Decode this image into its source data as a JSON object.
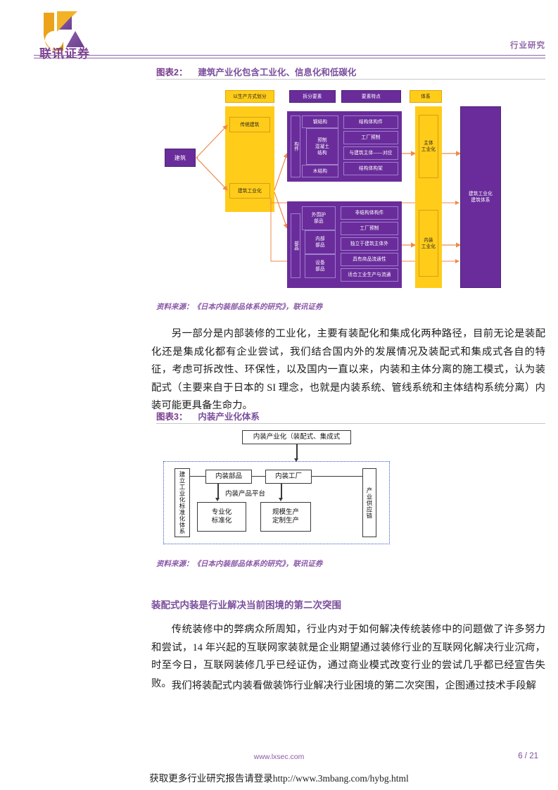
{
  "header": {
    "logo_text": "联讯证券",
    "right_label": "行业研究"
  },
  "figure2": {
    "label": "图表2：",
    "title": "建筑产业化包含工业化、信息化和低碳化",
    "source": "资料来源：《日本内装部品体系的研究》，联讯证券",
    "columns": {
      "col1": "以生产方式划分",
      "col2": "拆分要素",
      "col3": "要素特点",
      "col4": "体系"
    },
    "root": "建筑",
    "branch_traditional": "传统建筑",
    "branch_industrial": "建筑工业化",
    "group1": {
      "side_label": "构件",
      "items": [
        "钢结构",
        "预制\n混凝土\n结构",
        "木结构"
      ],
      "item1": "钢结构",
      "item2_line1": "预制",
      "item2_line2": "混凝土",
      "item2_line3": "结构",
      "item3": "木结构",
      "features": [
        "结构体构件",
        "工厂预制",
        "与建筑主体——对应",
        "结构体构架"
      ],
      "feature1": "结构体构件",
      "feature2": "工厂预制",
      "feature3": "与建筑主体——对应",
      "feature4": "结构体构架",
      "system_line1": "主体",
      "system_line2": "工业化"
    },
    "group2": {
      "side_label": "部品",
      "item1_line1": "外围护",
      "item1_line2": "部品",
      "item2_line1": "内部",
      "item2_line2": "部品",
      "item3_line1": "设备",
      "item3_line2": "部品",
      "features": [
        "非结构体构件",
        "工厂预制",
        "独立于建筑主体外",
        "具有商品流通性",
        "适合工业生产与流通"
      ],
      "feature1": "非结构体构件",
      "feature2": "工厂预制",
      "feature3": "独立于建筑主体外",
      "feature4": "具有商品流通性",
      "feature5": "适合工业生产与流通",
      "system_line1": "内装",
      "system_line2": "工业化"
    },
    "result_line1": "建筑工业化",
    "result_line2": "建筑体系"
  },
  "paragraph1": "另一部分是内部装修的工业化，主要有装配化和集成化两种路径，目前无论是装配化还是集成化都有企业尝试，我们结合国内外的发展情况及装配式和集成式各自的特征，考虑可拆改性、环保性，以及国内一直以来，内装和主体分离的施工模式，认为装配式（主要来自于日本的 SI 理念，也就是内装系统、管线系统和主体结构系统分离）内装可能更具备生命力。",
  "figure3": {
    "label": "图表3：",
    "title": "内装产业化体系",
    "source": "资料来源：《日本内装部品体系的研究》，联讯证券",
    "top_box": "内装产业化（装配式、集成式",
    "left_vertical": "建立工业化标准化体系",
    "node_parts": "内装部品",
    "node_factory": "内装工厂",
    "platform_label": "内装产品平台",
    "node_specialize_line1": "专业化",
    "node_specialize_line2": "标准化",
    "node_scale_line1": "规模生产",
    "node_scale_line2": "定制生产",
    "right_vertical": "产业供应链"
  },
  "section_heading": "装配式内装是行业解决当前困境的第二次突围",
  "paragraph2": "传统装修中的弊病众所周知，行业内对于如何解决传统装修中的问题做了许多努力和尝试，14 年兴起的互联网家装就是企业期望通过装修行业的互联网化解决行业沉疴，时至今日，互联网装修几乎已经证伪，通过商业模式改变行业的尝试几乎都已经宣告失败。",
  "paragraph3": "我们将装配式内装看做装饰行业解决行业困境的第二次突围，企图通过技术手段解",
  "footer": {
    "site": "www.lxsec.com",
    "page": "6 / 21",
    "watermark": "获取更多行业研究报告请登录http://www.3mbang.com/hybg.html"
  },
  "colors": {
    "purple": "#6A2C9B",
    "yellow": "#FFCC1A",
    "accent_orange": "#ED8B4B",
    "heading_purple": "#7B4F9D"
  }
}
